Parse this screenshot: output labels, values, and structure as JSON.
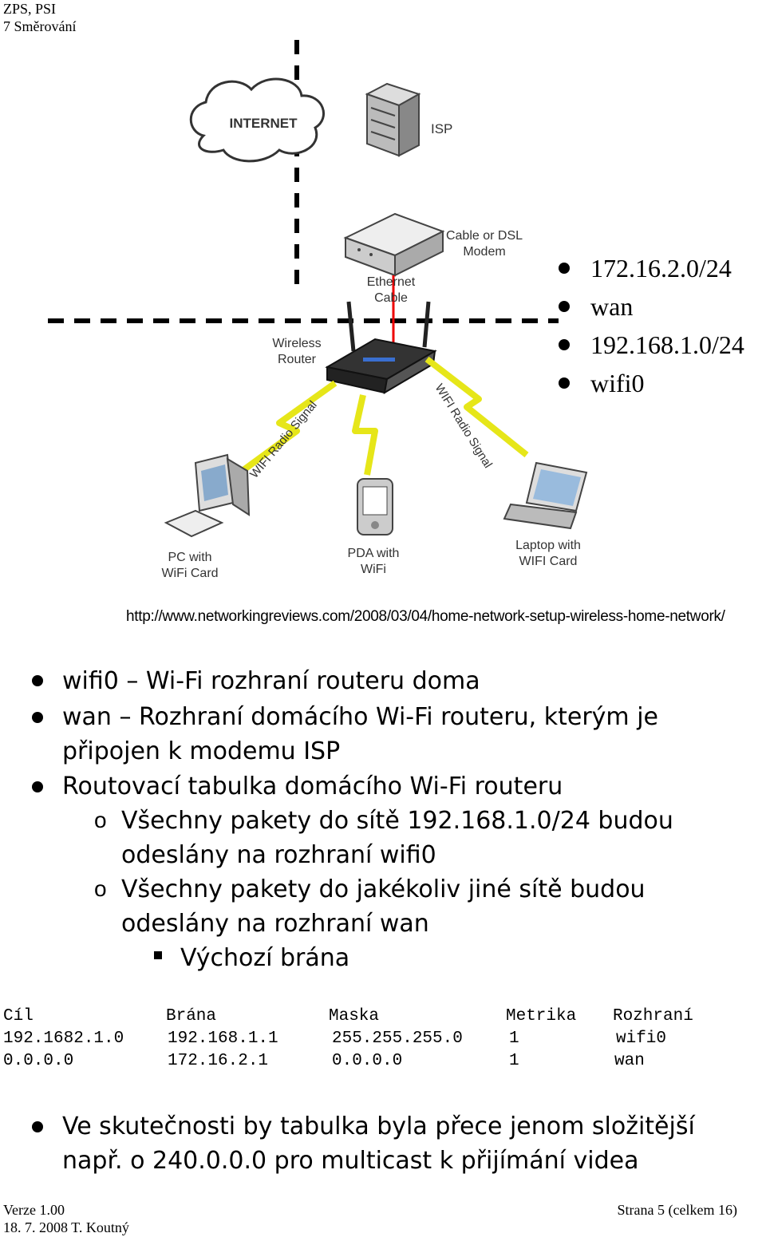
{
  "header": {
    "line1": "ZPS, PSI",
    "line2": "7 Směrování"
  },
  "diagram": {
    "internet": "INTERNET",
    "isp": "ISP",
    "modem_l1": "Cable or DSL",
    "modem_l2": "Modem",
    "eth_l1": "Ethernet",
    "eth_l2": "Cable",
    "router_l1": "Wireless",
    "router_l2": "Router",
    "signal_left": "WIFI Radio Signal",
    "signal_right": "WIFI Radio Signal",
    "pc_l1": "PC with",
    "pc_l2": "WiFi Card",
    "pda_l1": "PDA with",
    "pda_l2": "WiFi",
    "laptop_l1": "Laptop with",
    "laptop_l2": "WIFI Card"
  },
  "side_labels": [
    "172.16.2.0/24",
    "wan",
    "192.168.1.0/24",
    "wifi0"
  ],
  "source_url": "http://www.networkingreviews.com/2008/03/04/home-network-setup-wireless-home-network/",
  "bullets": {
    "b1": "wifi0 – Wi-Fi rozhraní routeru doma",
    "b2_l1": "wan – Rozhraní domácího Wi-Fi routeru, kterým je",
    "b2_l2": "připojen k modemu ISP",
    "b3": "Routovací tabulka domácího Wi-Fi routeru",
    "sub_marker": "o",
    "s1_l1": "Všechny pakety do sítě 192.168.1.0/24 budou",
    "s1_l2": "odeslány na rozhraní wifi0",
    "s2_l1": "Všechny pakety do jakékoliv jiné sítě budou",
    "s2_l2": "odeslány na rozhraní wan",
    "s3": "Výchozí brána"
  },
  "routing_table": {
    "headers": [
      "Cíl",
      "Brána",
      "Maska",
      "Metrika",
      "Rozhraní"
    ],
    "rows": [
      [
        "192.1682.1.0",
        "192.168.1.1",
        "255.255.255.0",
        "1",
        "wifi0"
      ],
      [
        "0.0.0.0",
        "172.16.2.1",
        "0.0.0.0",
        "1",
        "wan"
      ]
    ]
  },
  "final_bullet": {
    "l1": "Ve skutečnosti by tabulka byla přece jenom složitější",
    "l2": "např. o 240.0.0.0 pro multicast k přijímání videa"
  },
  "footer": {
    "version": "Verze 1.00",
    "date_author": "18. 7. 2008 T. Koutný",
    "page": "Strana 5 (celkem 16)"
  }
}
